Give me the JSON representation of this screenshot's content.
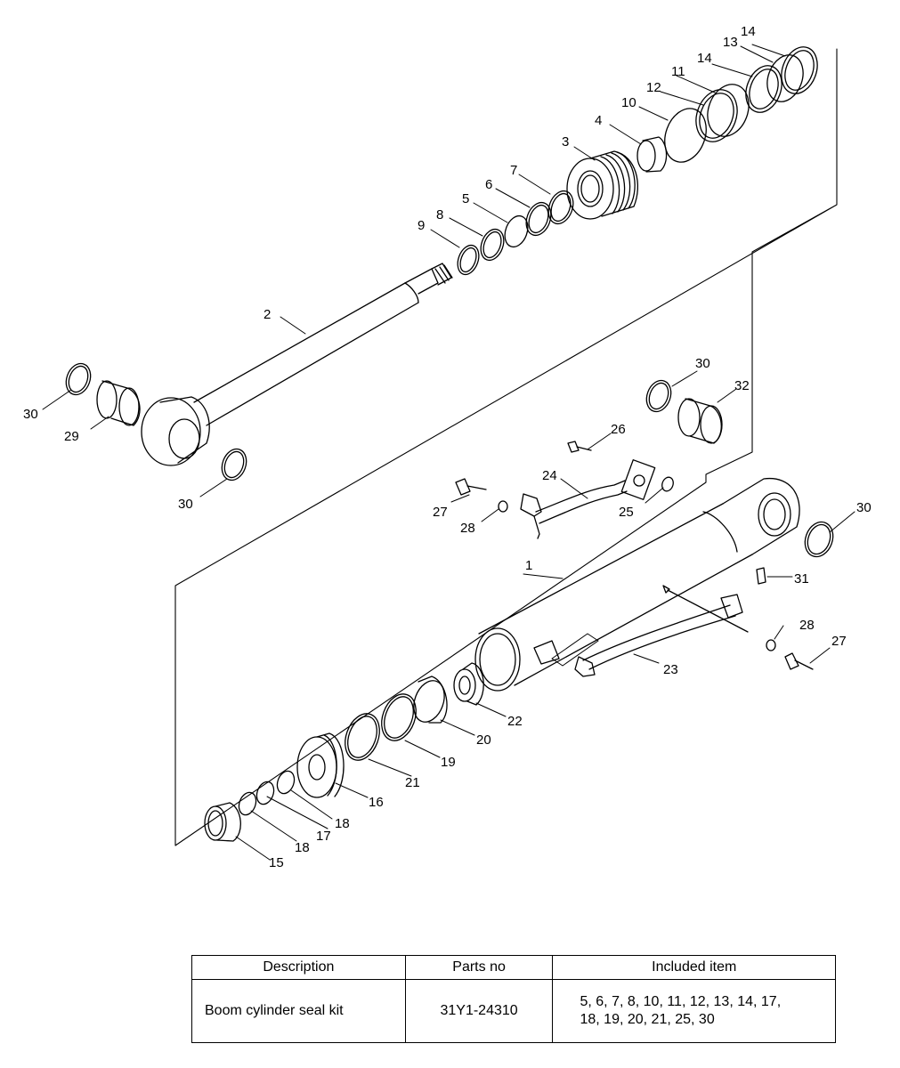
{
  "callouts": {
    "c1": "1",
    "c2": "2",
    "c3": "3",
    "c4": "4",
    "c5": "5",
    "c6": "6",
    "c7": "7",
    "c8": "8",
    "c9": "9",
    "c10": "10",
    "c11": "11",
    "c12": "12",
    "c13": "13",
    "c14a": "14",
    "c14b": "14",
    "c15": "15",
    "c16": "16",
    "c17": "17",
    "c18a": "18",
    "c18b": "18",
    "c19": "19",
    "c20": "20",
    "c21": "21",
    "c22": "22",
    "c23": "23",
    "c24": "24",
    "c25": "25",
    "c26": "26",
    "c27a": "27",
    "c27b": "27",
    "c28a": "28",
    "c28b": "28",
    "c29": "29",
    "c30a": "30",
    "c30b": "30",
    "c30c": "30",
    "c30d": "30",
    "c31": "31",
    "c32": "32"
  },
  "table": {
    "headers": {
      "description": "Description",
      "parts_no": "Parts no",
      "included": "Included item"
    },
    "row": {
      "description": "Boom cylinder seal kit",
      "parts_no": "31Y1-24310",
      "included_line1": "5, 6, 7, 8, 10, 11, 12, 13, 14, 17,",
      "included_line2": "18, 19, 20, 21, 25, 30"
    }
  }
}
